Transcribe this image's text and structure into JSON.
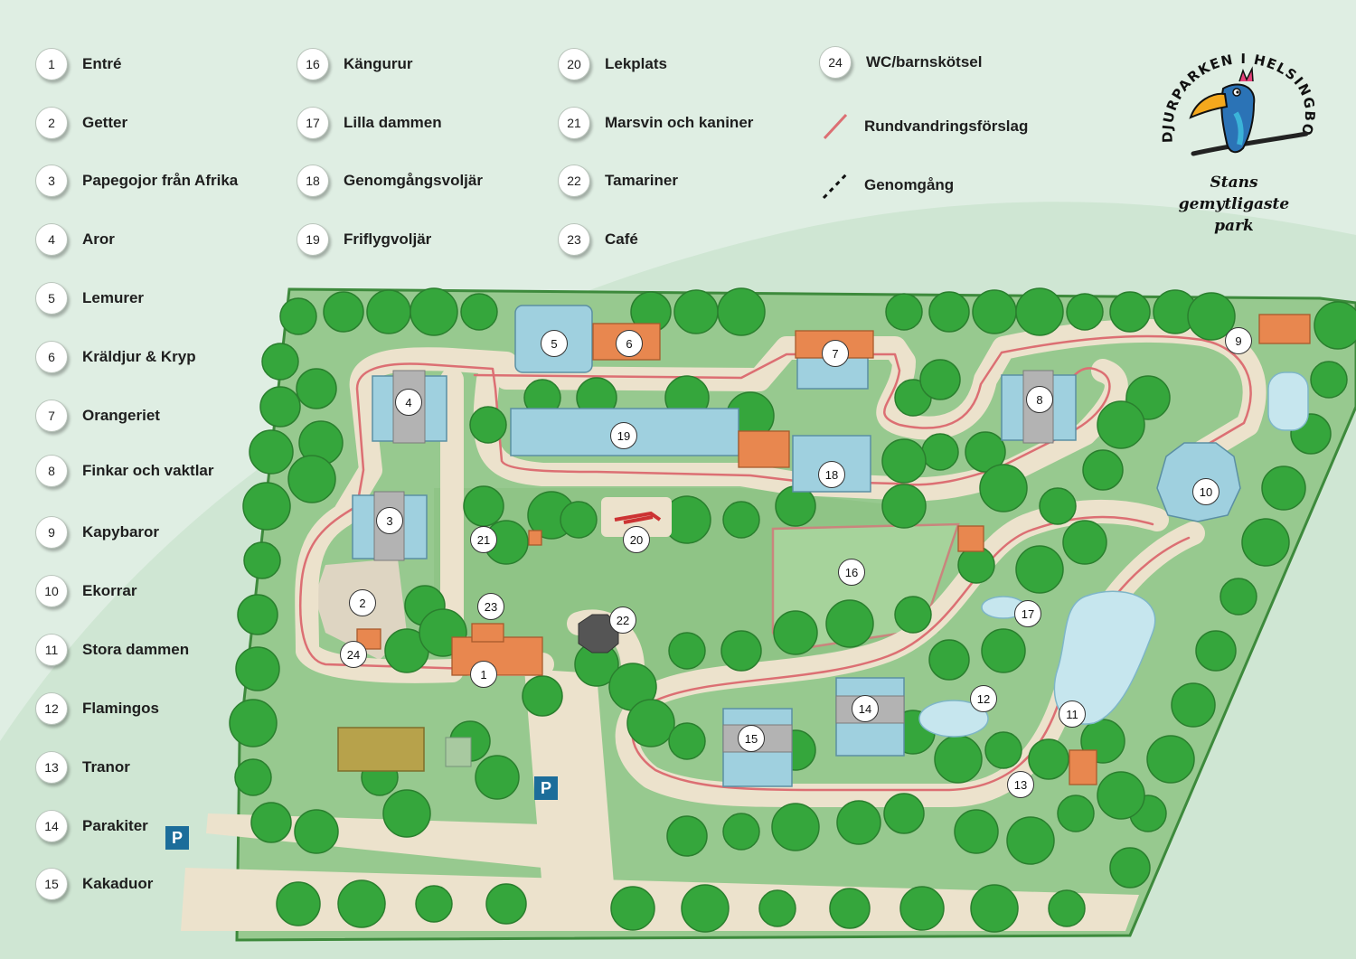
{
  "colors": {
    "background": "#dfeee3",
    "park_lawn": "#97c98f",
    "tree": "#35a63c",
    "path": "#ece2cc",
    "route_line": "#dc6f73",
    "greenhouse": "#9fd0df",
    "roof": "#e8874f",
    "water": "#c6e6ee",
    "parking": "#1c6d9a"
  },
  "logo": {
    "title": "DJURPARKEN I HELSINGBORG",
    "tagline_line1": "Stans gemytligaste",
    "tagline_line2": "park",
    "icon": "parrot-icon"
  },
  "legend": {
    "items": [
      {
        "num": "1",
        "label": "Entré"
      },
      {
        "num": "2",
        "label": "Getter"
      },
      {
        "num": "3",
        "label": "Papegojor från Afrika"
      },
      {
        "num": "4",
        "label": "Aror"
      },
      {
        "num": "5",
        "label": "Lemurer"
      },
      {
        "num": "6",
        "label": "Kräldjur & Kryp"
      },
      {
        "num": "7",
        "label": "Orangeriet"
      },
      {
        "num": "8",
        "label": "Finkar och vaktlar"
      },
      {
        "num": "9",
        "label": "Kapybaror"
      },
      {
        "num": "10",
        "label": "Ekorrar"
      },
      {
        "num": "11",
        "label": "Stora dammen"
      },
      {
        "num": "12",
        "label": "Flamingos"
      },
      {
        "num": "13",
        "label": "Tranor"
      },
      {
        "num": "14",
        "label": "Parakiter"
      },
      {
        "num": "15",
        "label": "Kakaduor"
      },
      {
        "num": "16",
        "label": "Kängurur"
      },
      {
        "num": "17",
        "label": "Lilla dammen"
      },
      {
        "num": "18",
        "label": "Genomgångsvoljär"
      },
      {
        "num": "19",
        "label": "Friflygvoljär"
      },
      {
        "num": "20",
        "label": "Lekplats"
      },
      {
        "num": "21",
        "label": "Marsvin och kaniner"
      },
      {
        "num": "22",
        "label": "Tamariner"
      },
      {
        "num": "23",
        "label": "Café"
      },
      {
        "num": "24",
        "label": "WC/barnskötsel"
      }
    ],
    "symbols": [
      {
        "label": "Rundvandringsförslag",
        "icon": "route-line-icon"
      },
      {
        "label": "Genomgång",
        "icon": "dashed-passage-icon"
      }
    ]
  },
  "parking_label": "P",
  "map_markers": [
    "1",
    "2",
    "3",
    "4",
    "5",
    "6",
    "7",
    "8",
    "9",
    "10",
    "11",
    "12",
    "13",
    "14",
    "15",
    "16",
    "17",
    "18",
    "19",
    "20",
    "21",
    "22",
    "23",
    "24"
  ]
}
